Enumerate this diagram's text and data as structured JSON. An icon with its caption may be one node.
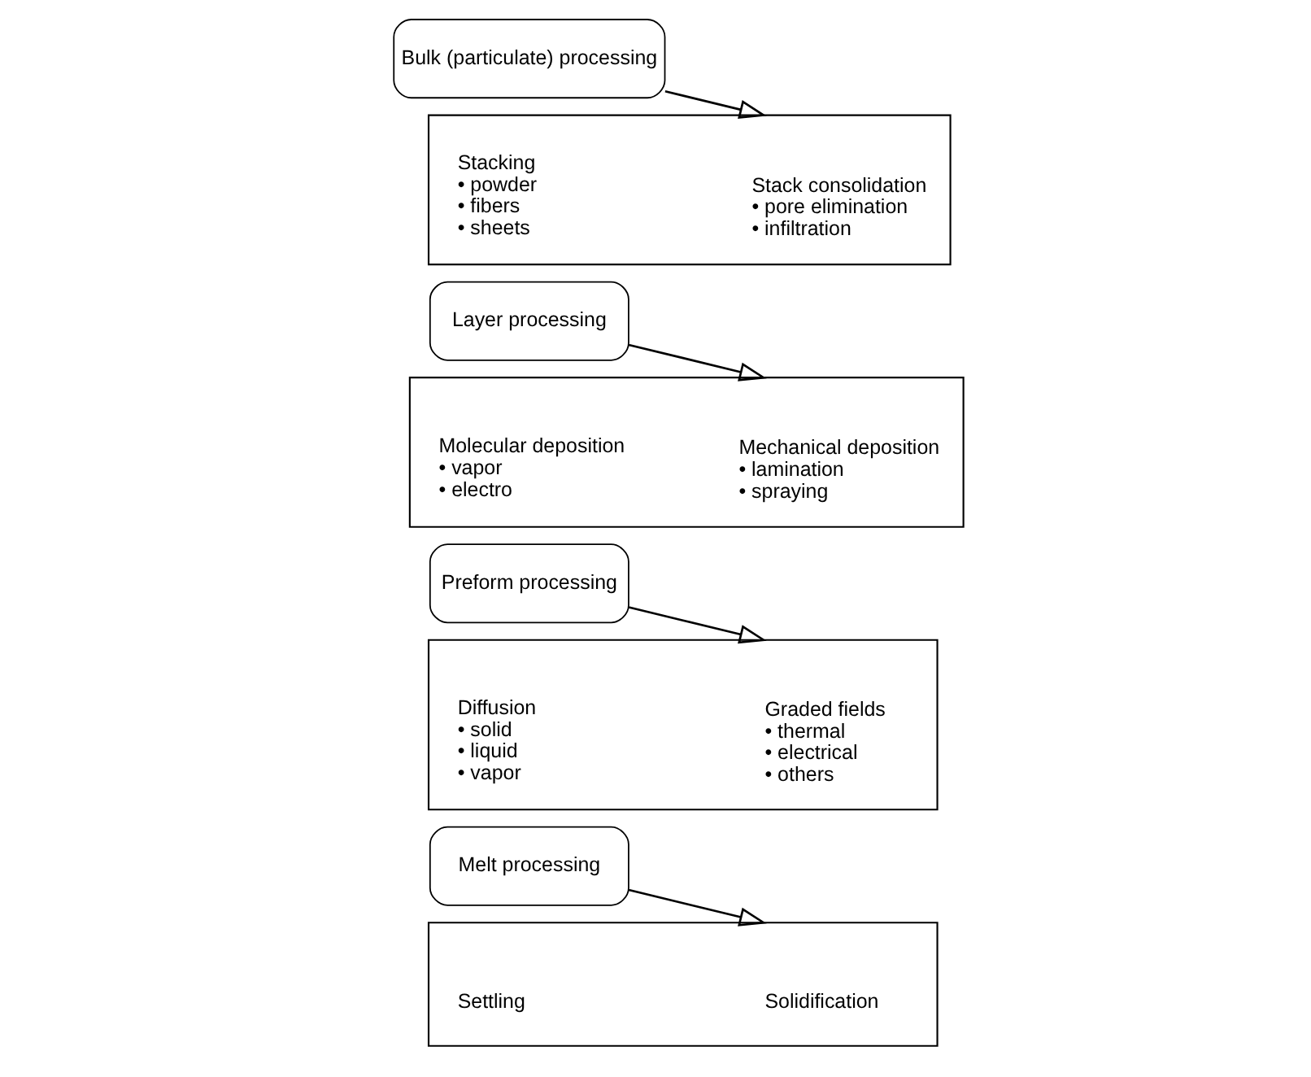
{
  "diagram": {
    "nodes": [
      {
        "text": [
          "Bulk (particulate) processing"
        ]
      },
      {
        "text": [],
        "shape": "box"
      },
      {
        "text": [
          "Stacking",
          "• powder",
          "• fibers",
          "• sheets"
        ],
        "in": 1
      },
      {
        "text": [
          "Stack consolidation",
          "• pore elimination",
          "• infiltration"
        ],
        "in": 1
      },
      {
        "text": [
          "Layer processing"
        ]
      },
      {
        "text": [],
        "shape": "box"
      },
      {
        "text": [
          "Molecular deposition",
          "• vapor",
          "• electro"
        ],
        "in": 5
      },
      {
        "text": [
          "Mechanical deposition",
          "• lamination",
          "• spraying"
        ],
        "in": 5
      },
      {
        "text": [
          "Preform processing"
        ]
      },
      {
        "text": [],
        "shape": "box"
      },
      {
        "text": [
          "Diffusion",
          "• solid",
          "• liquid",
          "• vapor"
        ],
        "in": 9
      },
      {
        "text": [
          "Graded fields",
          "• thermal",
          "• electrical",
          "• others"
        ],
        "in": 9
      },
      {
        "text": [
          "Melt processing"
        ]
      },
      {
        "text": [],
        "shape": "box"
      },
      {
        "text": [
          "Settling"
        ],
        "in": 13
      },
      {
        "text": [
          "Solidification"
        ],
        "in": 13
      }
    ],
    "edges": [
      {
        "from": 0,
        "to": 1,
        "arrow": "to"
      },
      {
        "from": 4,
        "to": 5,
        "arrow": "to"
      },
      {
        "from": 8,
        "to": 9,
        "arrow": "to"
      },
      {
        "from": 12,
        "to": 13,
        "arrow": "to"
      }
    ]
  }
}
